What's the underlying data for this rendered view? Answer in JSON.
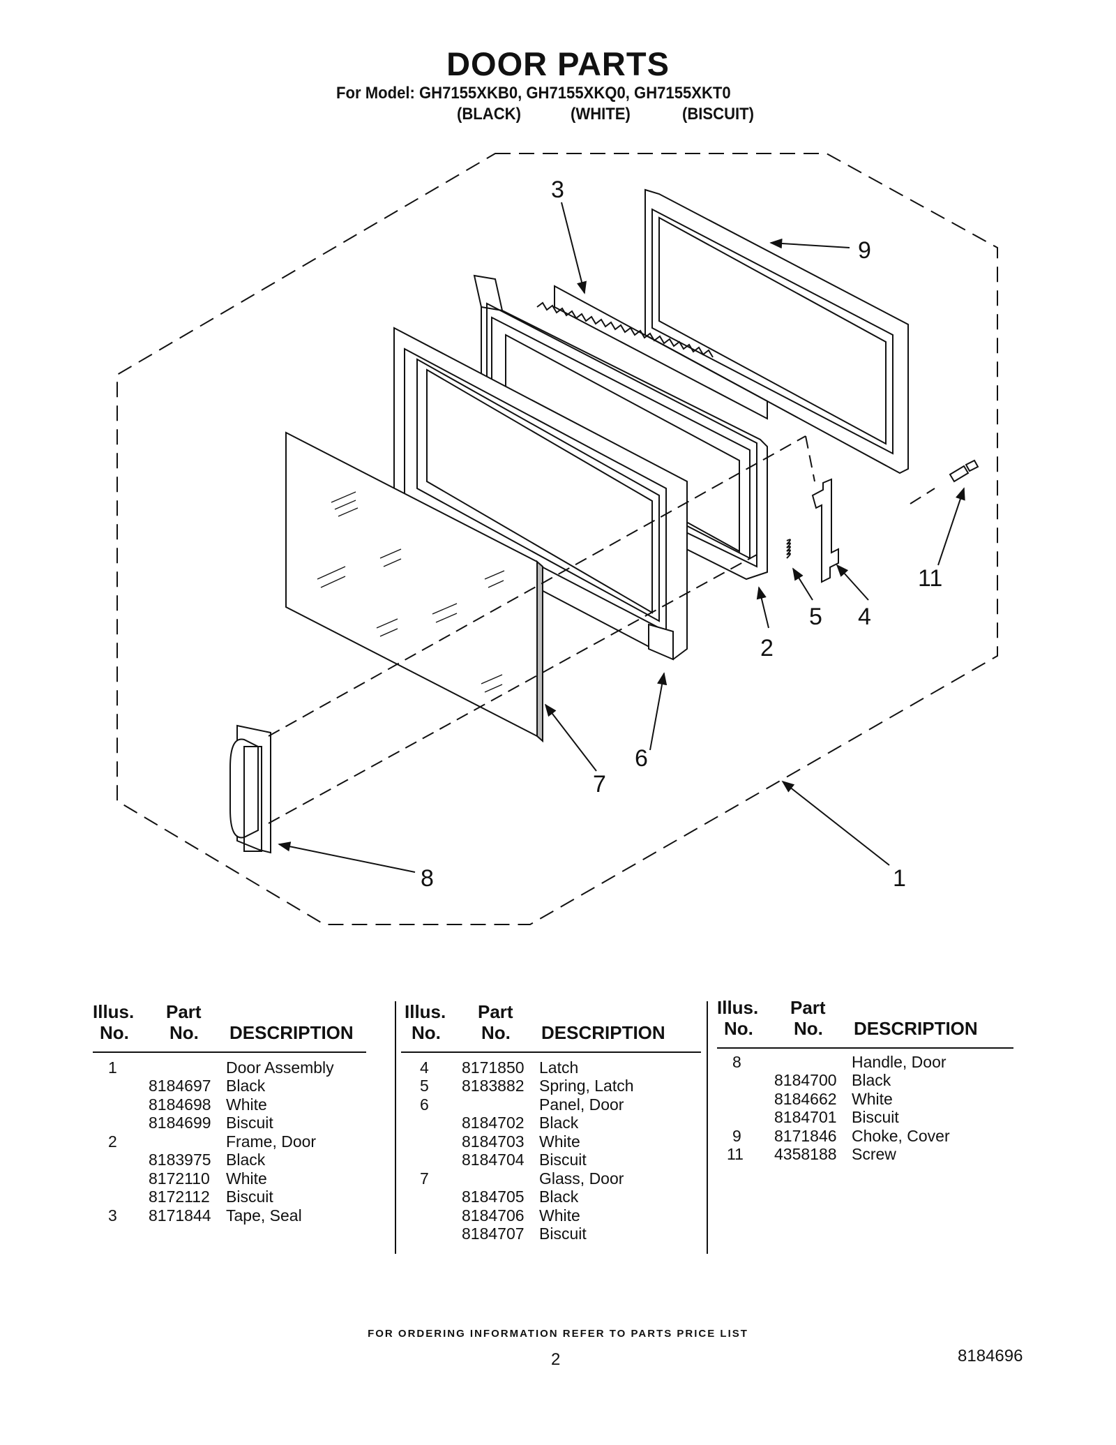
{
  "header": {
    "title": "DOOR PARTS",
    "subtitle": "For Model: GH7155XKB0, GH7155XKQ0, GH7155XKT0",
    "variants": [
      "(BLACK)",
      "(WHITE)",
      "(BISCUIT)"
    ]
  },
  "diagram": {
    "callouts": [
      "3",
      "9",
      "11",
      "5",
      "4",
      "2",
      "6",
      "7",
      "8",
      "1"
    ]
  },
  "table": {
    "headers": {
      "illus_top": "Illus.",
      "illus_bottom": "No.",
      "part_top": "Part",
      "part_bottom": "No.",
      "description": "DESCRIPTION"
    },
    "columns": [
      [
        {
          "illus": "1",
          "part": "",
          "desc": "Door Assembly"
        },
        {
          "illus": "",
          "part": "8184697",
          "desc": "Black"
        },
        {
          "illus": "",
          "part": "8184698",
          "desc": "White"
        },
        {
          "illus": "",
          "part": "8184699",
          "desc": "Biscuit"
        },
        {
          "illus": "2",
          "part": "",
          "desc": "Frame, Door"
        },
        {
          "illus": "",
          "part": "8183975",
          "desc": "Black"
        },
        {
          "illus": "",
          "part": "8172110",
          "desc": "White"
        },
        {
          "illus": "",
          "part": "8172112",
          "desc": "Biscuit"
        },
        {
          "illus": "3",
          "part": "8171844",
          "desc": "Tape, Seal"
        }
      ],
      [
        {
          "illus": "4",
          "part": "8171850",
          "desc": "Latch"
        },
        {
          "illus": "5",
          "part": "8183882",
          "desc": "Spring, Latch"
        },
        {
          "illus": "6",
          "part": "",
          "desc": "Panel, Door"
        },
        {
          "illus": "",
          "part": "8184702",
          "desc": "Black"
        },
        {
          "illus": "",
          "part": "8184703",
          "desc": "White"
        },
        {
          "illus": "",
          "part": "8184704",
          "desc": "Biscuit"
        },
        {
          "illus": "7",
          "part": "",
          "desc": "Glass, Door"
        },
        {
          "illus": "",
          "part": "8184705",
          "desc": "Black"
        },
        {
          "illus": "",
          "part": "8184706",
          "desc": "White"
        },
        {
          "illus": "",
          "part": "8184707",
          "desc": "Biscuit"
        }
      ],
      [
        {
          "illus": "8",
          "part": "",
          "desc": "Handle, Door"
        },
        {
          "illus": "",
          "part": "8184700",
          "desc": "Black"
        },
        {
          "illus": "",
          "part": "8184662",
          "desc": "White"
        },
        {
          "illus": "",
          "part": "8184701",
          "desc": "Biscuit"
        },
        {
          "illus": "9",
          "part": "8171846",
          "desc": "Choke, Cover"
        },
        {
          "illus": "11",
          "part": "4358188",
          "desc": "Screw"
        }
      ]
    ]
  },
  "footer": {
    "ordering_note": "FOR ORDERING INFORMATION REFER TO PARTS PRICE LIST",
    "page_number": "2",
    "document_number": "8184696"
  }
}
